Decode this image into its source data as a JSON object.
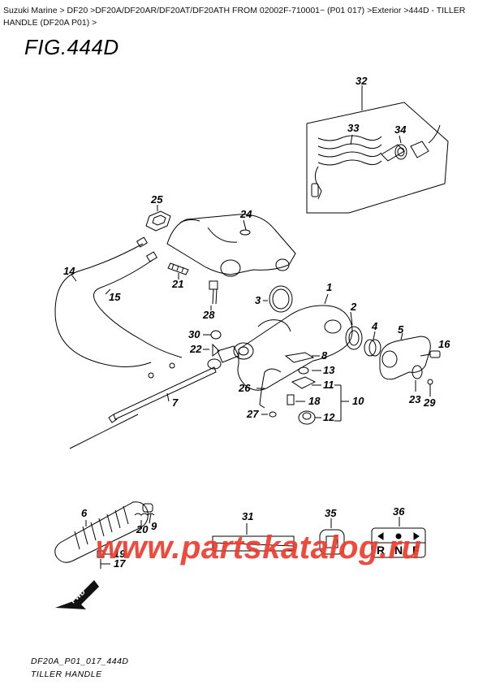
{
  "breadcrumb": "Suzuki Marine > DF20 >DF20A/DF20AR/DF20AT/DF20ATH FROM 02002F-710001~ (P01 017) >Exterior >444D - TILLER HANDLE (DF20A P01) >",
  "figure_title": "FIG.444D",
  "callouts": [
    "1",
    "2",
    "3",
    "4",
    "5",
    "6",
    "7",
    "8",
    "9",
    "10",
    "11",
    "12",
    "13",
    "14",
    "15",
    "16",
    "17",
    "18",
    "19",
    "20",
    "21",
    "22",
    "23",
    "24",
    "25",
    "26",
    "27",
    "28",
    "29",
    "30",
    "31",
    "32",
    "33",
    "34",
    "35",
    "36"
  ],
  "button_letters": [
    "R",
    "N",
    "F"
  ],
  "fwd_label": "FWD",
  "footer": {
    "code": "DF20A_P01_017_444D",
    "caption": "TILLER HANDLE"
  },
  "watermark": "www.partskatalog.ru"
}
